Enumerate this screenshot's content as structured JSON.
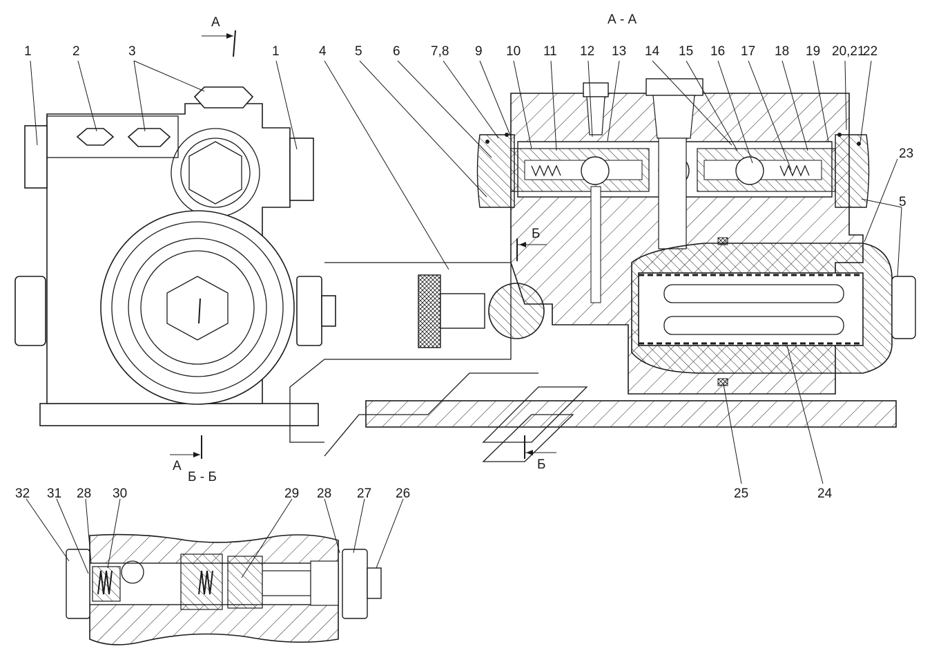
{
  "section_titles": {
    "aa": "А - А",
    "bb": "Б - Б"
  },
  "cut_marks": {
    "a_top": "А",
    "a_bottom": "А",
    "b_top": "Б",
    "b_bottom": "Б"
  },
  "callouts_front": [
    "1",
    "2",
    "3",
    "1"
  ],
  "callouts_section_aa": [
    "4",
    "5",
    "6",
    "7,8",
    "9",
    "10",
    "11",
    "12",
    "13",
    "14",
    "15",
    "16",
    "17",
    "18",
    "19",
    "20,21",
    "22",
    "23",
    "5",
    "25",
    "24"
  ],
  "callouts_section_bb": [
    "32",
    "31",
    "28",
    "30",
    "29",
    "28",
    "27",
    "26"
  ],
  "colors": {
    "line": "#1a1a1a",
    "background": "#ffffff",
    "hatch": "#1a1a1a"
  }
}
